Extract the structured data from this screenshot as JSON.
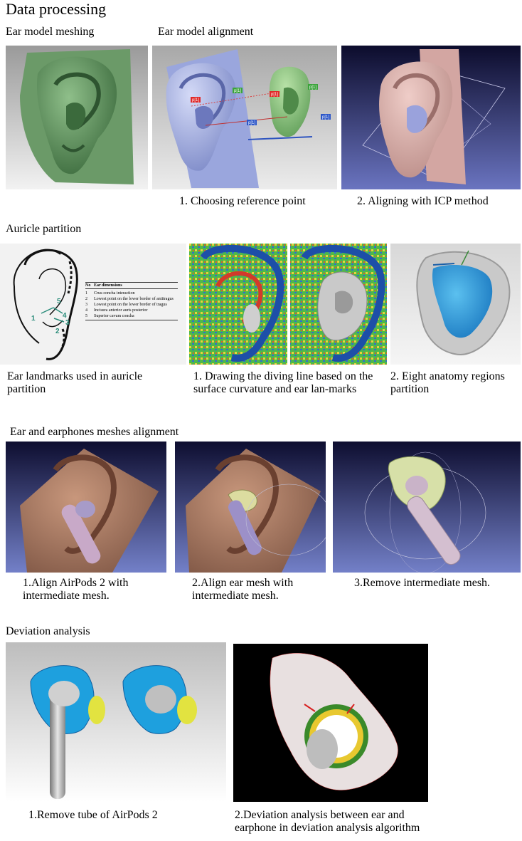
{
  "title": "Data processing",
  "sections": {
    "meshing": {
      "heading": "Ear model meshing"
    },
    "alignment": {
      "heading": "Ear model alignment",
      "captions": [
        "1. Choosing reference point",
        "2. Aligning with ICP method"
      ],
      "point_labels": [
        "p[1]",
        "p[1]",
        "p[1]",
        "p[1]",
        "p[1]",
        "p[1]"
      ]
    },
    "partition": {
      "heading": "Auricle partition",
      "captions": [
        "Ear landmarks used in auricle partition",
        "1. Drawing the diving line based on the surface curvature and ear lan-marks",
        "2. Eight anatomy regions partition"
      ],
      "landmark_table": {
        "headers": [
          "No",
          "Ear dimensions"
        ],
        "rows": [
          [
            "1",
            "Crus-concha interaction"
          ],
          [
            "2",
            "Lowest point on the lower border of antitragus"
          ],
          [
            "3",
            "Lowest point on the lower border of tragus"
          ],
          [
            "4",
            "Incisura anterior auris posterior"
          ],
          [
            "5",
            "Superior cavum concha"
          ]
        ]
      },
      "landmark_numbers": [
        "1",
        "2",
        "3",
        "4",
        "5"
      ]
    },
    "earphone_alignment": {
      "heading": "Ear and earphones meshes alignment",
      "captions": [
        "1.Align AirPods 2 with intermediate mesh.",
        "2.Align ear mesh with intermediate mesh.",
        "3.Remove intermediate mesh."
      ]
    },
    "deviation": {
      "heading": "Deviation analysis",
      "captions": [
        "1.Remove tube of AirPods 2",
        "2.Deviation analysis between ear and earphone in deviation analysis algorithm"
      ]
    }
  },
  "colors": {
    "green_mesh": "#5f8f5e",
    "blue_mesh": "#a9b3e3",
    "pink_mesh": "#d7aaa5",
    "viewport_blue": "#3f4ea0",
    "cyan_region": "#2f9fd8"
  }
}
